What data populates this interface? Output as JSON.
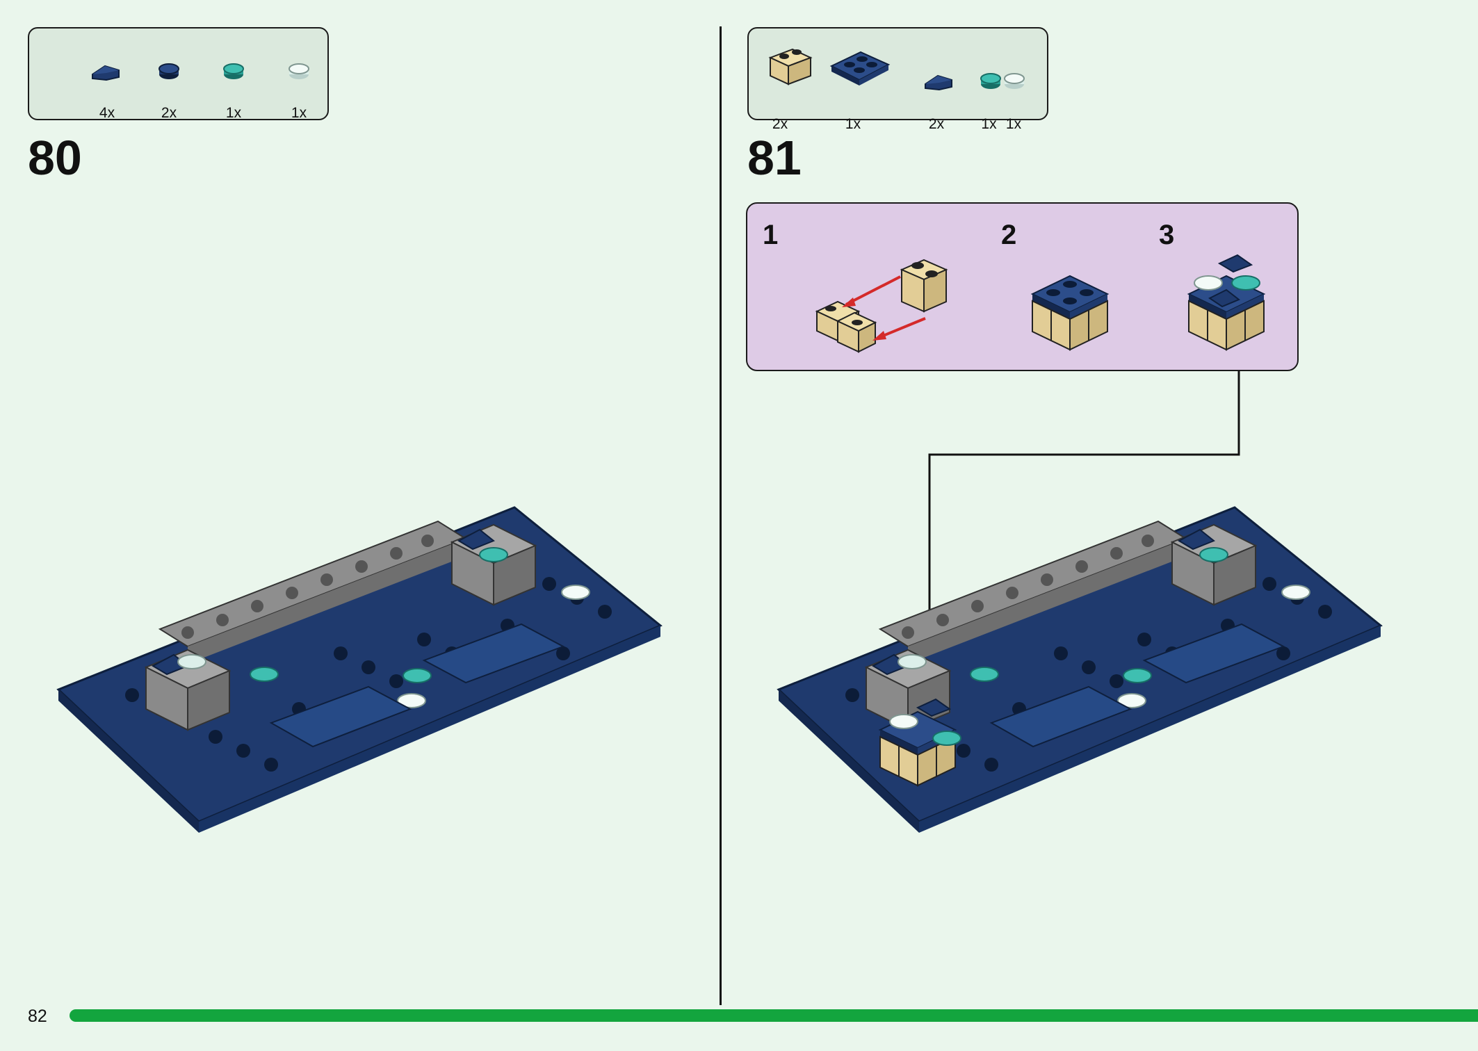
{
  "page_number": "82",
  "step_80": {
    "number": "80",
    "parts": [
      {
        "icon": "navy-wedge-plate-icon",
        "qty": "4x"
      },
      {
        "icon": "navy-round-plate-icon",
        "qty": "2x"
      },
      {
        "icon": "teal-round-tile-icon",
        "qty": "1x"
      },
      {
        "icon": "clear-round-tile-icon",
        "qty": "1x"
      }
    ]
  },
  "step_81": {
    "number": "81",
    "parts": [
      {
        "icon": "tan-brick-icon",
        "qty": "2x"
      },
      {
        "icon": "navy-plate-2x2-icon",
        "qty": "1x"
      },
      {
        "icon": "navy-wedge-plate-icon",
        "qty": "2x"
      },
      {
        "icon": "teal-round-tile-icon",
        "qty": "1x"
      },
      {
        "icon": "clear-round-tile-icon",
        "qty": "1x"
      }
    ],
    "substeps": [
      "1",
      "2",
      "3"
    ]
  },
  "colors": {
    "background": "#eaf6ec",
    "parts_box": "#dbe9dd",
    "substep_box": "#decbe6",
    "progress_bar": "#13a53e",
    "navy": "#1f3a6e",
    "teal": "#2aa296",
    "tan": "#e2cd96",
    "gray": "#9b9b9b",
    "arrow_red": "#d42a2a"
  }
}
